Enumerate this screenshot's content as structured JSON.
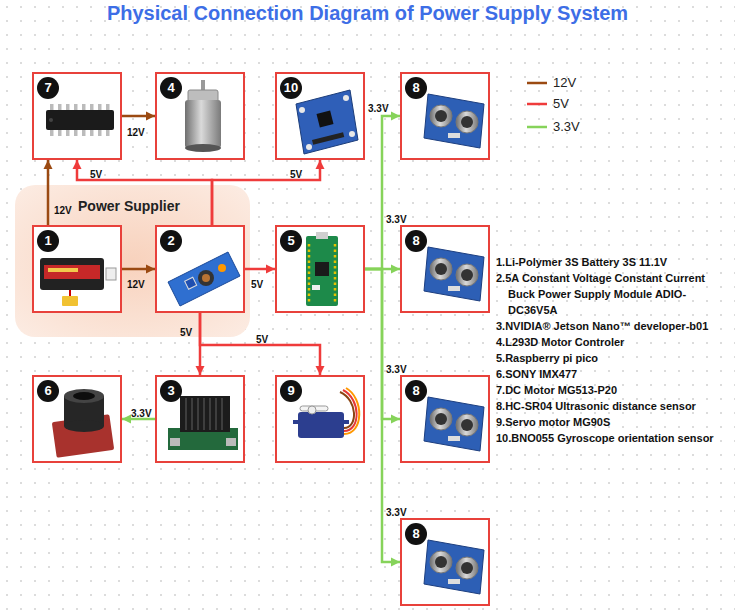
{
  "diagram": {
    "title": "Physical Connection Diagram of Power Supply System",
    "nodes": [
      {
        "text": [
          "7"
        ]
      },
      {
        "text": [
          "4"
        ]
      },
      {
        "text": [
          "10"
        ]
      },
      {
        "text": [
          "8"
        ]
      },
      {
        "text": [
          "Power Supplier"
        ]
      },
      {
        "text": [
          "1"
        ],
        "in": 4
      },
      {
        "text": [
          "2"
        ],
        "in": 4
      },
      {
        "text": [
          "5"
        ]
      },
      {
        "text": [
          "8"
        ]
      },
      {
        "text": [
          "8"
        ]
      },
      {
        "text": [
          "6"
        ]
      },
      {
        "text": [
          "3"
        ]
      },
      {
        "text": [
          "9"
        ]
      },
      {
        "text": [
          "8"
        ]
      }
    ],
    "edges": [
      {
        "from": 5,
        "to": 0,
        "label": "12V",
        "arrow": "to"
      },
      {
        "from": 5,
        "to": 6,
        "label": "12V",
        "arrow": "to"
      },
      {
        "from": 0,
        "to": 1,
        "label": "12V",
        "arrow": "to"
      },
      {
        "from": 6,
        "to": 0,
        "label": "5V",
        "arrow": "to"
      },
      {
        "from": 6,
        "to": 2,
        "label": "5V",
        "arrow": "to"
      },
      {
        "from": 6,
        "to": 7,
        "label": "5V",
        "arrow": "to"
      },
      {
        "from": 6,
        "to": 11,
        "label": "5V",
        "arrow": "to"
      },
      {
        "from": 6,
        "to": 12,
        "label": "5V",
        "arrow": "to"
      },
      {
        "from": 7,
        "to": 3,
        "label": "3.3V",
        "arrow": "to"
      },
      {
        "from": 7,
        "to": 8,
        "label": "3.3V",
        "arrow": "to"
      },
      {
        "from": 7,
        "to": 9,
        "label": "3.3V",
        "arrow": "to"
      },
      {
        "from": 7,
        "to": 13,
        "label": "3.3V",
        "arrow": "to"
      },
      {
        "from": 11,
        "to": 10,
        "label": "3.3V",
        "arrow": "to"
      }
    ],
    "labels": [
      "1.Li-Polymer 3S Battery 3S 11.1V",
      "2.5A Constant Voltage Constant Current Buck Power Supply Module ADIO-DC36V5A",
      "3.NVIDIA® Jetson Nano™ developer-b01",
      "4.L293D Motor Controler",
      "5.Raspberry pi pico",
      "6.SONY IMX477",
      "7.DC Motor MG513-P20",
      "8.HC-SR04 Ultrasonic distance sensor",
      "9.Servo motor MG90S",
      "10.BNO055 Gyroscope orientation sensor"
    ],
    "legend": [
      {
        "text": "12V"
      },
      {
        "text": "5V"
      },
      {
        "text": "3.3V"
      }
    ]
  }
}
